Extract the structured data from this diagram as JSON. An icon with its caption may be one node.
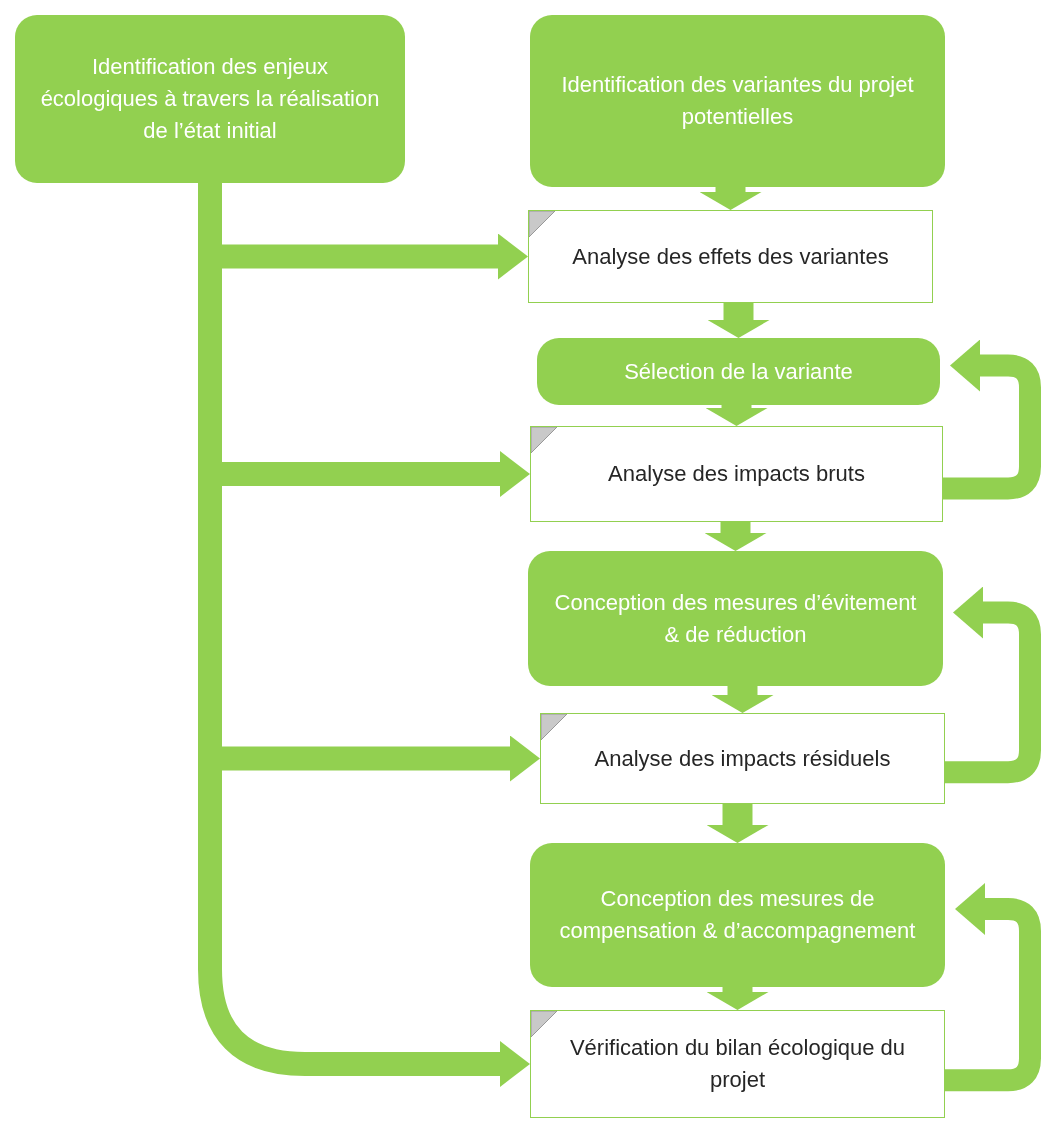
{
  "diagram": {
    "nodes": [
      {
        "text": [
          "Identification des enjeux écologiques à travers la réalisation de l’état initial"
        ]
      },
      {
        "text": [
          "Identification des variantes du projet potentielles"
        ]
      },
      {
        "text": [
          "Analyse des effets des variantes"
        ]
      },
      {
        "text": [
          "Sélection de la variante"
        ]
      },
      {
        "text": [
          "Analyse des impacts bruts"
        ]
      },
      {
        "text": [
          "Conception des mesures d’évitement & de réduction"
        ]
      },
      {
        "text": [
          "Analyse des impacts résiduels"
        ]
      },
      {
        "text": [
          "Conception des mesures de compensation & d’accompagnement"
        ]
      },
      {
        "text": [
          "Vérification du bilan écologique du projet"
        ]
      }
    ],
    "edges": [
      {
        "from": 1,
        "to": 2,
        "arrow": "to"
      },
      {
        "from": 2,
        "to": 3,
        "arrow": "to"
      },
      {
        "from": 3,
        "to": 4,
        "arrow": "to"
      },
      {
        "from": 4,
        "to": 5,
        "arrow": "to"
      },
      {
        "from": 5,
        "to": 6,
        "arrow": "to"
      },
      {
        "from": 6,
        "to": 7,
        "arrow": "to"
      },
      {
        "from": 7,
        "to": 8,
        "arrow": "to"
      },
      {
        "from": 0,
        "to": 2,
        "arrow": "to"
      },
      {
        "from": 0,
        "to": 4,
        "arrow": "to"
      },
      {
        "from": 0,
        "to": 6,
        "arrow": "to"
      },
      {
        "from": 0,
        "to": 8,
        "arrow": "to"
      },
      {
        "from": 4,
        "to": 3,
        "arrow": "to"
      },
      {
        "from": 6,
        "to": 5,
        "arrow": "to"
      },
      {
        "from": 8,
        "to": 7,
        "arrow": "to"
      }
    ]
  }
}
